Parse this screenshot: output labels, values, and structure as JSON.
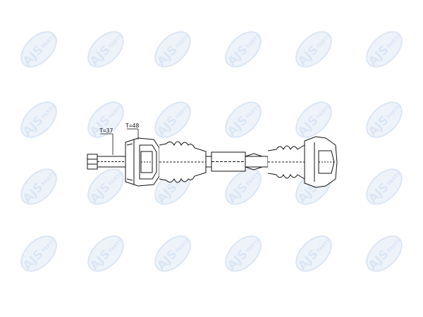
{
  "watermark": {
    "brand": "AJS",
    "suffix": "PARTS",
    "color": "#dbe6f4",
    "accent": "#eef3fa"
  },
  "drawing": {
    "line_color": "#111111",
    "label_outer_spline": "T=37",
    "label_inner_spline": "T=48"
  }
}
